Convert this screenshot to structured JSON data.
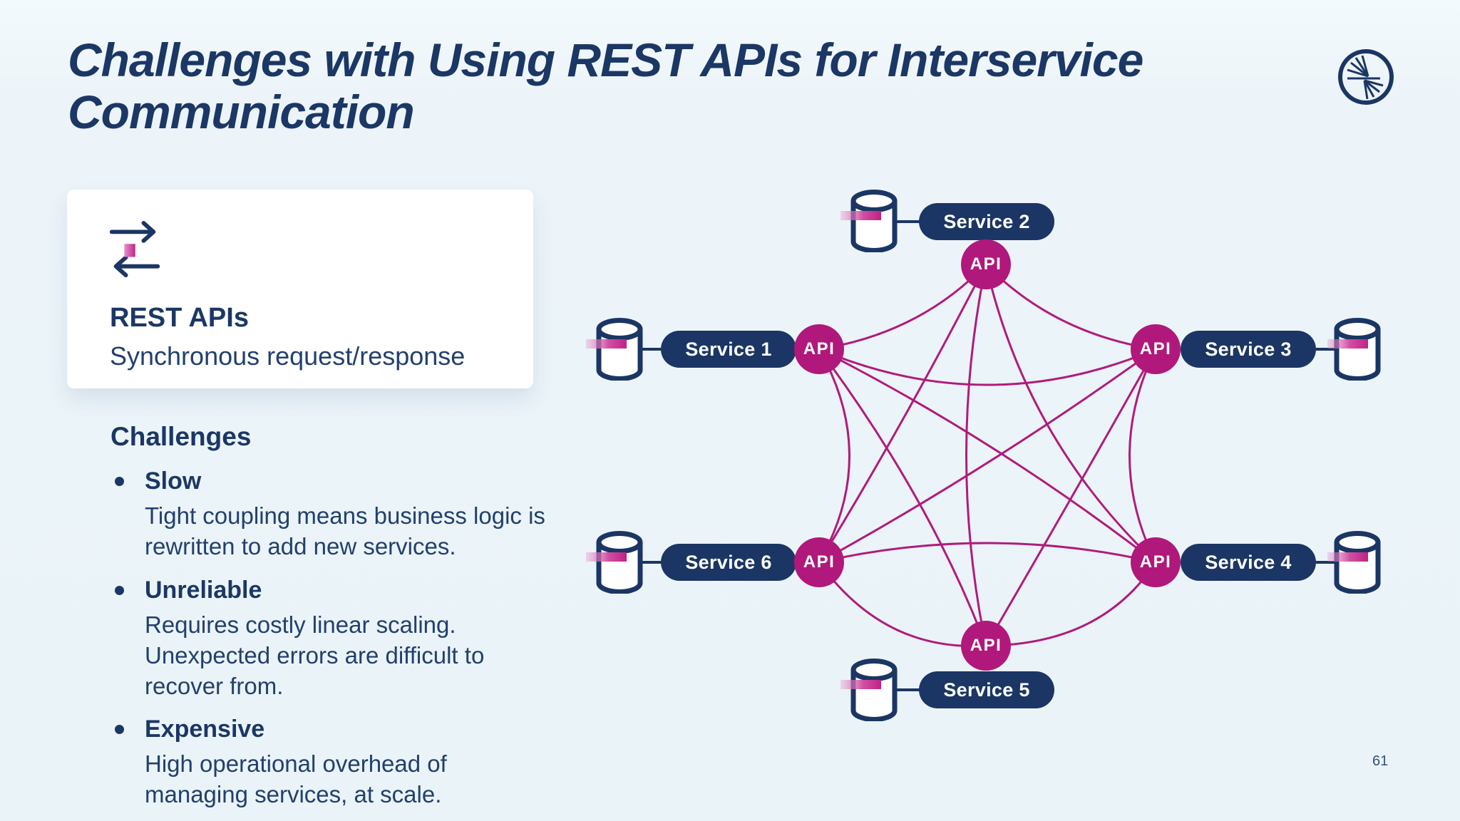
{
  "slide": {
    "title": "Challenges with Using REST APIs for Interservice Communication",
    "page_number": "61"
  },
  "card": {
    "title": "REST APIs",
    "subtitle": "Synchronous request/response"
  },
  "challenges": {
    "heading": "Challenges",
    "items": [
      {
        "label": "Slow",
        "description": "Tight coupling means business logic is rewritten to add new services."
      },
      {
        "label": "Unreliable",
        "description": "Requires costly linear scaling. Unexpected errors are difficult to recover from."
      },
      {
        "label": "Expensive",
        "description": "High operational overhead of managing services, at scale."
      }
    ]
  },
  "diagram": {
    "api_label": "API",
    "services": [
      "Service 1",
      "Service 2",
      "Service 3",
      "Service 4",
      "Service 5",
      "Service 6"
    ],
    "colors": {
      "navy": "#1b3664",
      "magenta": "#b0187c",
      "connection_line": "#b01b7d",
      "background": "#eaf3f8",
      "card_background": "#ffffff"
    }
  }
}
